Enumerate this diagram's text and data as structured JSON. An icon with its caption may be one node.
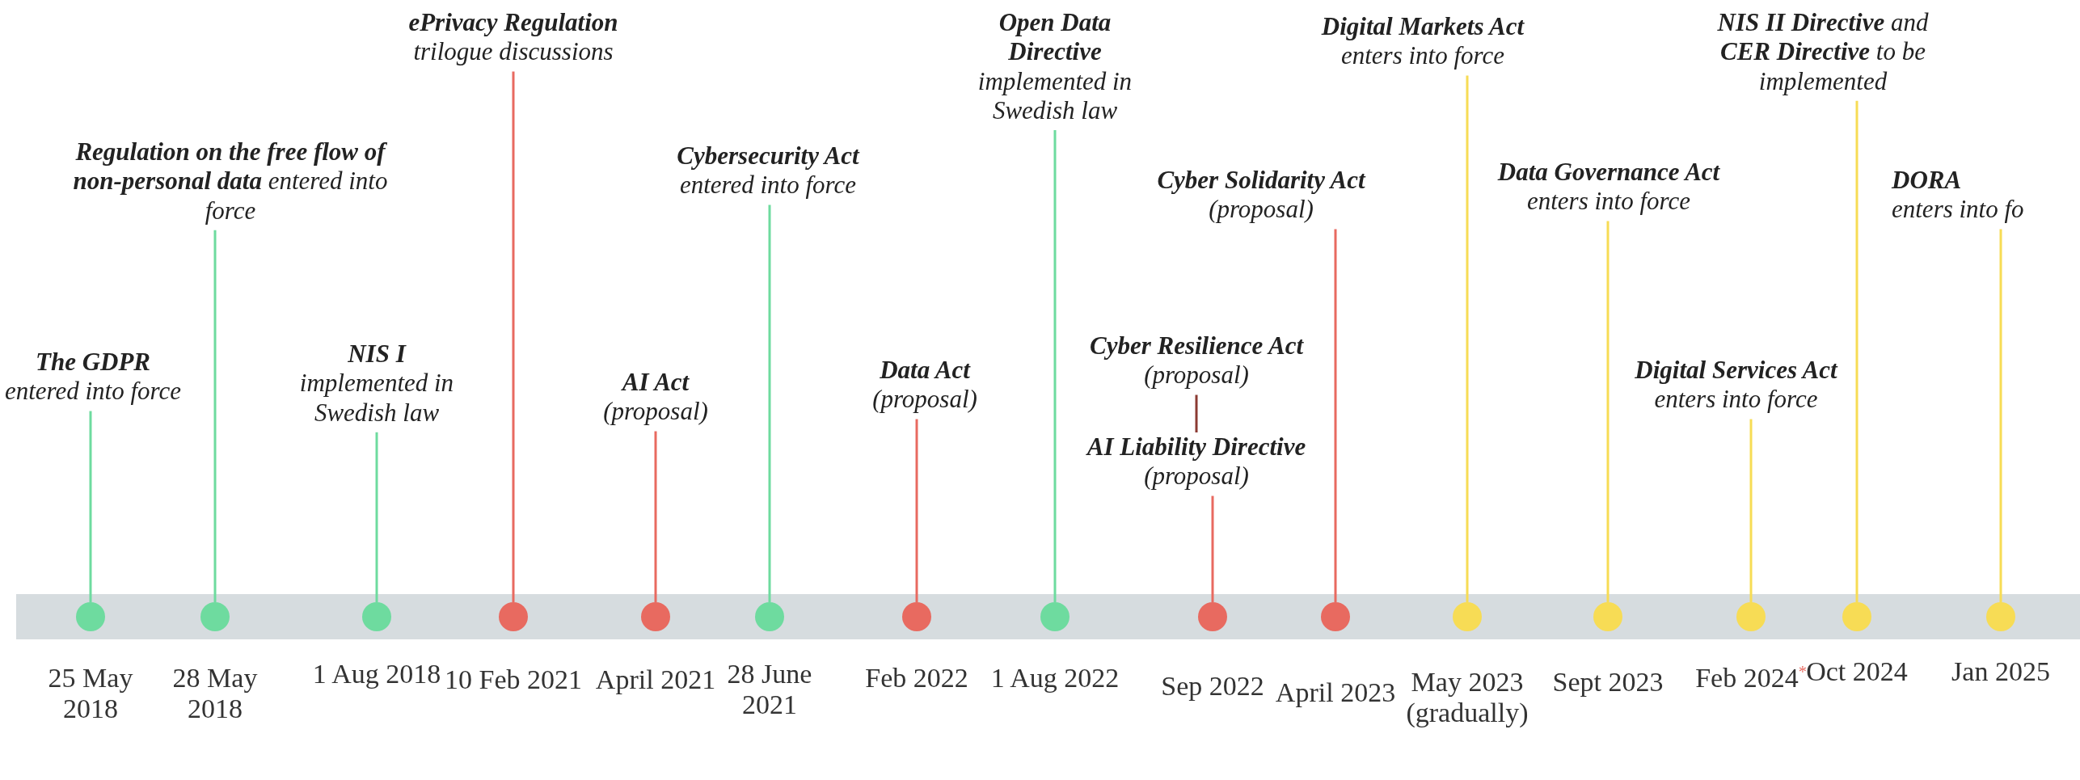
{
  "diagram": {
    "nodes": [
      {
        "text": [
          "The GDPR",
          "entered into force"
        ]
      },
      {
        "text": [
          "**Regulation on the free flow of non-personal data** entered into force"
        ]
      },
      {
        "text": [
          "NIS I",
          "implemented in Swedish law"
        ]
      },
      {
        "text": [
          "ePrivacy Regulation",
          "trilogue discussions"
        ]
      },
      {
        "text": [
          "AI Act",
          "(proposal)"
        ]
      },
      {
        "text": [
          "Cybersecurity Act",
          "entered into force"
        ]
      },
      {
        "text": [
          "Data Act",
          "(proposal)"
        ]
      },
      {
        "text": [
          "Open Data Directive",
          "implemented in Swedish law"
        ]
      },
      {
        "text": [
          "**Cyber Solidarity Act** (proposal)"
        ]
      },
      {
        "text": [
          "**Cyber Resilience Act** (proposal)"
        ]
      },
      {
        "text": [
          "**AI Liability Directive** (proposal)"
        ]
      },
      {
        "text": [
          "Digital Markets Act",
          "enters into force"
        ]
      },
      {
        "text": [
          "**Data Governance Act** enters into force"
        ]
      },
      {
        "text": [
          "Digital Services Act",
          "enters into force"
        ]
      },
      {
        "text": [
          "**NIS II Directive** and **CER Directive** to be implemented"
        ]
      },
      {
        "text": [
          "DORA",
          "enters into fo"
        ]
      },
      {
        "text": [],
        "shape": "circle",
        "beside": [
          "25 May 2018"
        ]
      },
      {
        "text": [],
        "shape": "circle",
        "beside": [
          "28 May 2018"
        ]
      },
      {
        "text": [],
        "shape": "circle",
        "beside": [
          "1 Aug 2018"
        ]
      },
      {
        "text": [],
        "shape": "circle",
        "beside": [
          "10 Feb 2021"
        ]
      },
      {
        "text": [],
        "shape": "circle",
        "beside": [
          "April 2021"
        ]
      },
      {
        "text": [],
        "shape": "circle",
        "beside": [
          "28 June 2021"
        ]
      },
      {
        "text": [],
        "shape": "circle",
        "beside": [
          "Feb 2022"
        ]
      },
      {
        "text": [],
        "shape": "circle",
        "beside": [
          "1 Aug 2022"
        ]
      },
      {
        "text": [],
        "shape": "circle",
        "beside": [
          "Sep 2022"
        ]
      },
      {
        "text": [],
        "shape": "circle",
        "beside": [
          "April 2023"
        ]
      },
      {
        "text": [],
        "shape": "circle",
        "beside": [
          "May 2023 (gradually)"
        ]
      },
      {
        "text": [],
        "shape": "circle",
        "beside": [
          "Sept 2023"
        ]
      },
      {
        "text": [],
        "shape": "circle",
        "beside": [
          "Feb 2024$^{*}$"
        ]
      },
      {
        "text": [],
        "shape": "circle",
        "beside": [
          "Oct 2024"
        ]
      },
      {
        "text": [],
        "shape": "circle",
        "beside": [
          "Jan 2025"
        ]
      }
    ],
    "edges": [
      {
        "from": 0,
        "to": 16,
        "arrow": "none",
        "color": "#6edb9f"
      },
      {
        "from": 1,
        "to": 17,
        "arrow": "none",
        "color": "#6edb9f"
      },
      {
        "from": 2,
        "to": 18,
        "arrow": "none",
        "color": "#6edb9f"
      },
      {
        "from": 3,
        "to": 19,
        "arrow": "none",
        "color": "#e86a60"
      },
      {
        "from": 4,
        "to": 20,
        "arrow": "none",
        "color": "#e86a60"
      },
      {
        "from": 5,
        "to": 21,
        "arrow": "none",
        "color": "#6edb9f"
      },
      {
        "from": 6,
        "to": 22,
        "arrow": "none",
        "color": "#e86a60"
      },
      {
        "from": 7,
        "to": 23,
        "arrow": "none",
        "color": "#6edb9f"
      },
      {
        "from": 9,
        "to": 10,
        "arrow": "none",
        "color": "#8b3a32"
      },
      {
        "from": 10,
        "to": 24,
        "arrow": "none",
        "color": "#e86a60"
      },
      {
        "from": 8,
        "to": 25,
        "arrow": "none",
        "color": "#e86a60"
      },
      {
        "from": 11,
        "to": 26,
        "arrow": "none",
        "color": "#f7dc55"
      },
      {
        "from": 12,
        "to": 27,
        "arrow": "none",
        "color": "#f7dc55"
      },
      {
        "from": 13,
        "to": 28,
        "arrow": "none",
        "color": "#f7dc55"
      },
      {
        "from": 14,
        "to": 29,
        "arrow": "none",
        "color": "#f7dc55"
      },
      {
        "from": 15,
        "to": 30,
        "arrow": "none",
        "color": "#f7dc55"
      }
    ]
  }
}
